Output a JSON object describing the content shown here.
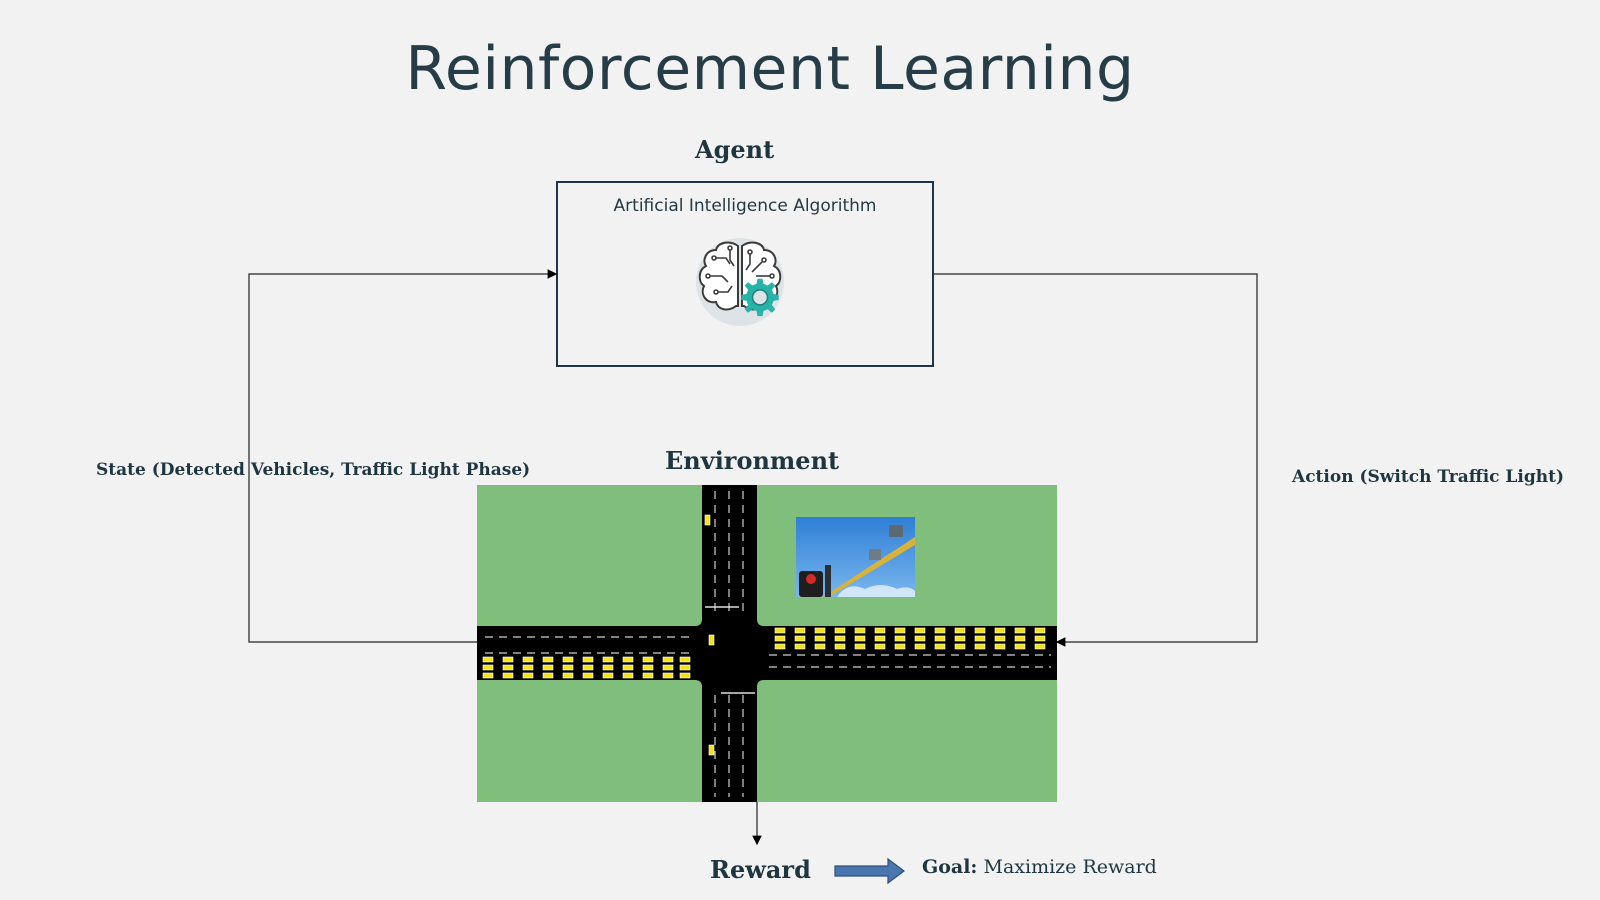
{
  "title": "Reinforcement Learning",
  "agent": {
    "label": "Agent",
    "box_label": "Artificial Intelligence Algorithm",
    "icon": "brain-gear-icon"
  },
  "environment": {
    "label": "Environment",
    "image": "traffic-intersection-simulation",
    "inset": "traffic-light-photo"
  },
  "state_label": "State (Detected Vehicles, Traffic Light Phase)",
  "action_label": "Action (Switch Traffic Light)",
  "reward_label": "Reward",
  "goal": {
    "prefix": "Goal:",
    "text": "Maximize Reward"
  },
  "colors": {
    "accent": "#4a76b0",
    "gear": "#27b3a8",
    "grass": "#7fbf7b",
    "road": "#000000",
    "car": "#f2e21b",
    "sky": "#3d8fe0"
  }
}
